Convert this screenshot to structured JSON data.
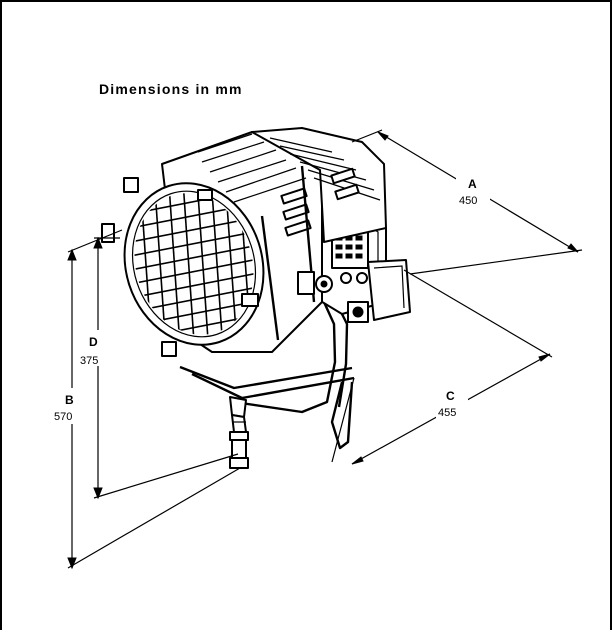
{
  "header": {
    "title": "Dimensions in mm"
  },
  "dimensions": [
    {
      "letter": "A",
      "value": "450"
    },
    {
      "letter": "B",
      "value": "570"
    },
    {
      "letter": "C",
      "value": "455"
    },
    {
      "letter": "D",
      "value": "375"
    }
  ]
}
